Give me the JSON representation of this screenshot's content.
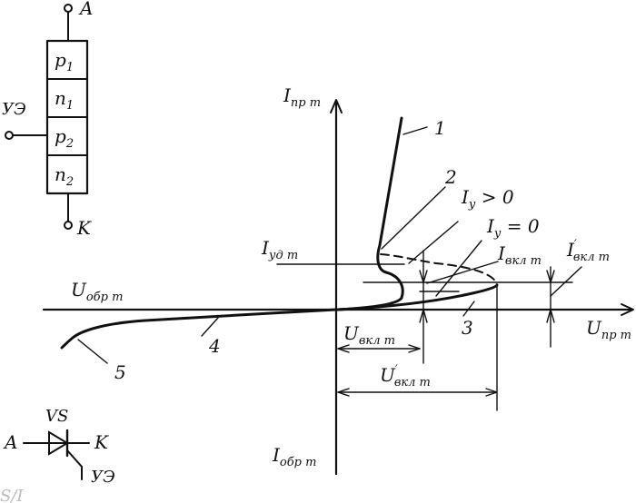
{
  "structure": {
    "terminal_top": "A",
    "terminal_bottom": "K",
    "gate": "УЭ",
    "layers": [
      {
        "main": "p",
        "sub": "1"
      },
      {
        "main": "n",
        "sub": "1"
      },
      {
        "main": "p",
        "sub": "2"
      },
      {
        "main": "n",
        "sub": "2"
      }
    ]
  },
  "symbol": {
    "name": "VS",
    "anode": "A",
    "cathode": "K",
    "gate": "УЭ"
  },
  "axes": {
    "i_forward": {
      "main": "I",
      "sub": "пр т"
    },
    "i_reverse": {
      "main": "I",
      "sub": "обр т"
    },
    "u_forward": {
      "main": "U",
      "sub": "пр т"
    },
    "u_reverse": {
      "main": "U",
      "sub": "обр т"
    }
  },
  "annotations": {
    "i_hold": {
      "main": "I",
      "sub": "уд т"
    },
    "i_gate_pos": {
      "main": "I",
      "sub": "у",
      "suffix": " > 0"
    },
    "i_gate_zero": {
      "main": "I",
      "sub": "у",
      "suffix": " = 0"
    },
    "i_on": {
      "main": "I",
      "sub": "вкл т"
    },
    "i_on_prime": {
      "main": "I",
      "prime": "′",
      "sub": "вкл т"
    },
    "u_on": {
      "main": "U",
      "sub": "вкл т"
    },
    "u_on_prime": {
      "main": "U",
      "prime": "′",
      "sub": "вкл т"
    }
  },
  "curve_labels": [
    "1",
    "2",
    "3",
    "4",
    "5"
  ],
  "stray_text": "S/I"
}
